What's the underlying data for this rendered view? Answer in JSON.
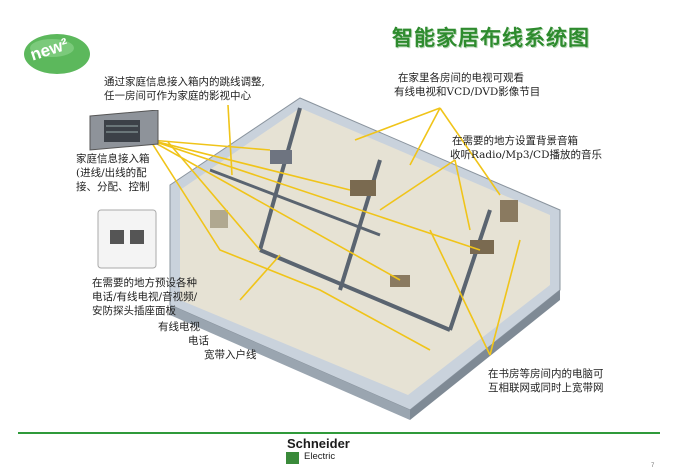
{
  "title": "智能家居布线系统图",
  "badge": "new²",
  "labels": {
    "distribution_box_top_1": "通过家庭信息接入箱内的跳线调整,",
    "distribution_box_top_2": "任一房间可作为家庭的影视中心",
    "tv_1": "在家里各房间的电视可观看",
    "tv_2": "有线电视和VCD/DVD影像节目",
    "music_1": "在需要的地方设置背景音箱",
    "music_2": "收听Radio/Mp3/CD播放的音乐",
    "box_1": "家庭信息接入箱",
    "box_2": "(进线/出线的配",
    "box_3": "接、分配、控制",
    "panel_1": "在需要的地方预设各种",
    "panel_2": "电话/有线电视/音视频/",
    "panel_3": "安防探头插座面板",
    "cable_tv": "有线电视",
    "phone": "电话",
    "broadband": "宽带入户线",
    "pc_1": "在书房等房间内的电脑可",
    "pc_2": "互相联网或同时上宽带网"
  },
  "footer": {
    "brand_line1": "Schneider",
    "brand_line2": "Electric",
    "page_number": "7"
  },
  "colors": {
    "title": "#2e8b2e",
    "wire": "#f0c419",
    "badge": "#5cb85c",
    "rule": "#2f9a3a"
  }
}
